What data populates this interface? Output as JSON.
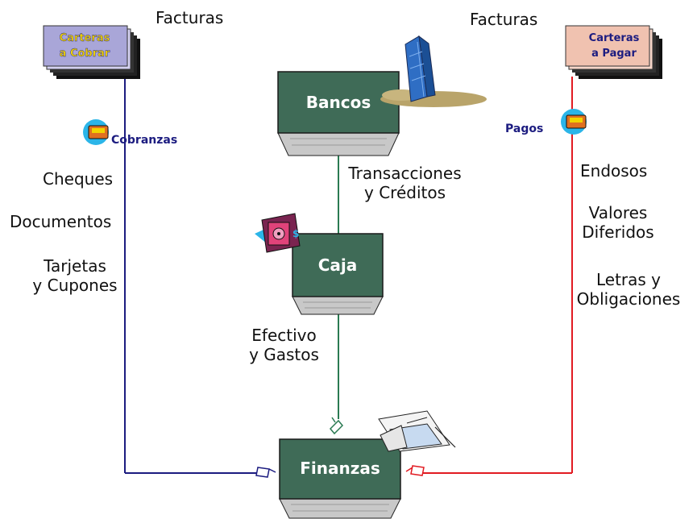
{
  "colors": {
    "box_fill": "#3f6b57",
    "box_bottom": "#c8c8c8",
    "line_left": "#1c1c80",
    "line_right": "#e11b22",
    "line_center": "#2a7a52",
    "left_stack_fill": "#d3d0f0",
    "left_stack_text": "#f2d400",
    "right_stack_fill": "#f6d5c8",
    "right_stack_text": "#1c1c80",
    "label_blue": "#1c1c80"
  },
  "nodes": {
    "bancos": "Bancos",
    "caja": "Caja",
    "finanzas": "Finanzas",
    "carteras_cobrar": [
      "Carteras",
      "a Cobrar"
    ],
    "carteras_pagar": [
      "Carteras",
      "a Pagar"
    ]
  },
  "labels": {
    "facturas_left": "Facturas",
    "facturas_right": "Facturas",
    "cobranzas": "Cobranzas",
    "pagos": "Pagos",
    "cheques": "Cheques",
    "documentos": "Documentos",
    "tarjetas": [
      "Tarjetas",
      "y Cupones"
    ],
    "transacciones": [
      "Transacciones",
      "y Créditos"
    ],
    "endosos": "Endosos",
    "valores": [
      "Valores",
      "Diferidos"
    ],
    "letras": [
      "Letras y",
      "Obligaciones"
    ],
    "efectivo": [
      "Efectivo",
      "y Gastos"
    ]
  },
  "icons": [
    "building-icon",
    "safe-icon",
    "keyboard-icon",
    "documents-icon",
    "pointing-hand-icon"
  ]
}
